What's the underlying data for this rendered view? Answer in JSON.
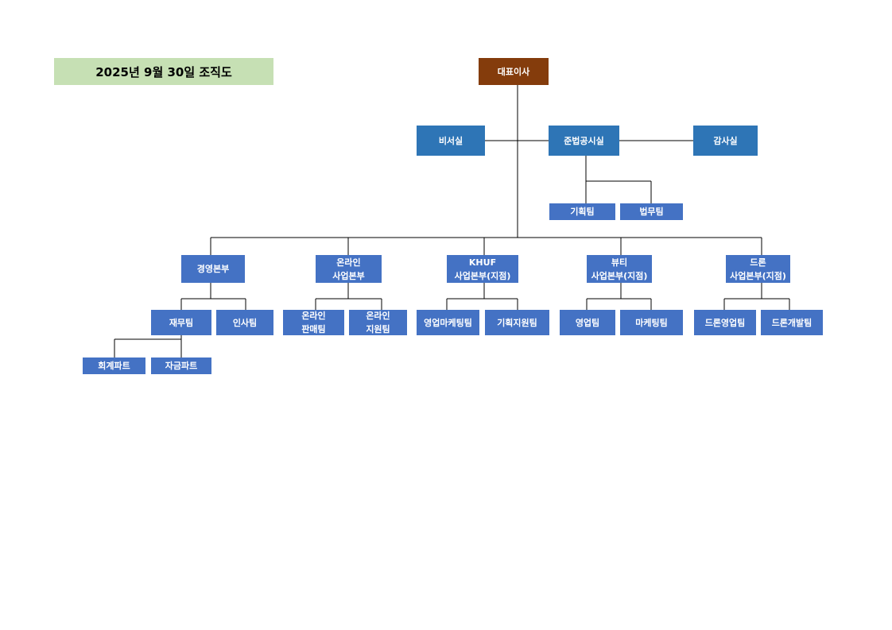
{
  "title": "2025년 9월 30일 조직도",
  "colors": {
    "ceo": "#843C0C",
    "staff": "#2E75B6",
    "unit": "#4472C4",
    "title_bg": "#C6E0B4"
  },
  "nodes": {
    "ceo": "대표이사",
    "secretary": "비서실",
    "compliance": "준법공시실",
    "audit": "감사실",
    "planning": "기획팀",
    "legal": "법무팀",
    "management_hq": "경영본부",
    "online_hq": "온라인\n사업본부",
    "khuf_hq": "KHUF\n사업본부(지점)",
    "beauty_hq": "뷰티\n사업본부(지점)",
    "drone_hq": "드론\n사업본부(지점)",
    "finance": "재무팀",
    "hr": "인사팀",
    "online_sales": "온라인\n판매팀",
    "online_support": "온라인\n지원팀",
    "sales_marketing": "영업마케팅팀",
    "planning_support": "기획지원팀",
    "beauty_sales": "영업팀",
    "beauty_marketing": "마케팅팀",
    "drone_sales": "드론영업팀",
    "drone_dev": "드론개발팀",
    "accounting_part": "회계파트",
    "funds_part": "자금파트"
  }
}
